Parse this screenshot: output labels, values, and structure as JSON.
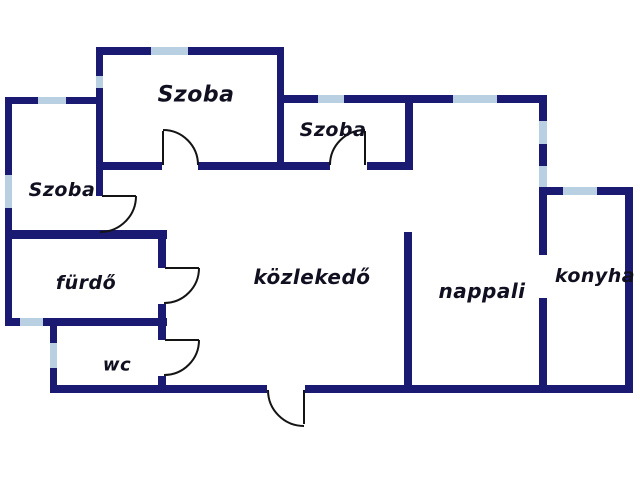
{
  "figure": {
    "type": "floor-plan",
    "description": "Apartment floor plan with navy walls, light-blue window segments and door swing arcs"
  },
  "colors": {
    "wall": "#1a1a72",
    "window": "#b9d0e2",
    "door": "#141414",
    "text": "#101020",
    "bg": "#ffffff"
  },
  "rooms": [
    {
      "id": "szoba-top",
      "label": "Szoba"
    },
    {
      "id": "szoba-mid",
      "label": "Szoba"
    },
    {
      "id": "szoba-left",
      "label": "Szoba"
    },
    {
      "id": "furdo",
      "label": "fürdő"
    },
    {
      "id": "wc",
      "label": "wc"
    },
    {
      "id": "kozlekedo",
      "label": "közlekedő"
    },
    {
      "id": "nappali",
      "label": "nappali"
    },
    {
      "id": "konyha",
      "label": "konyha"
    }
  ]
}
